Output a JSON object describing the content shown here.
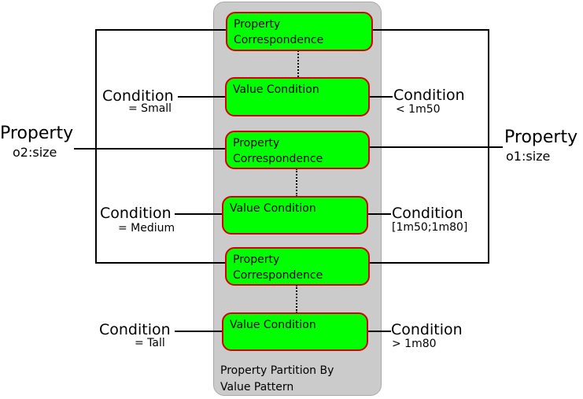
{
  "pattern": {
    "caption_line1": "Property Partition By",
    "caption_line2": "Value Pattern",
    "correspondence_line1": "Property",
    "correspondence_line2": "Correspondence",
    "value_condition": "Value Condition"
  },
  "left": {
    "property_title": "Property",
    "property_name": "o2:size",
    "conditions": [
      {
        "title": "Condition",
        "value": "= Small"
      },
      {
        "title": "Condition",
        "value": "= Medium"
      },
      {
        "title": "Condition",
        "value": "= Tall"
      }
    ]
  },
  "right": {
    "property_title": "Property",
    "property_name": "o1:size",
    "conditions": [
      {
        "title": "Condition",
        "value": "< 1m50"
      },
      {
        "title": "Condition",
        "value": "[1m50;1m80]"
      },
      {
        "title": "Condition",
        "value": "> 1m80"
      }
    ]
  },
  "colors": {
    "node_fill": "#00ff00",
    "node_border": "#d40000",
    "panel_fill": "#cbcbcb"
  }
}
